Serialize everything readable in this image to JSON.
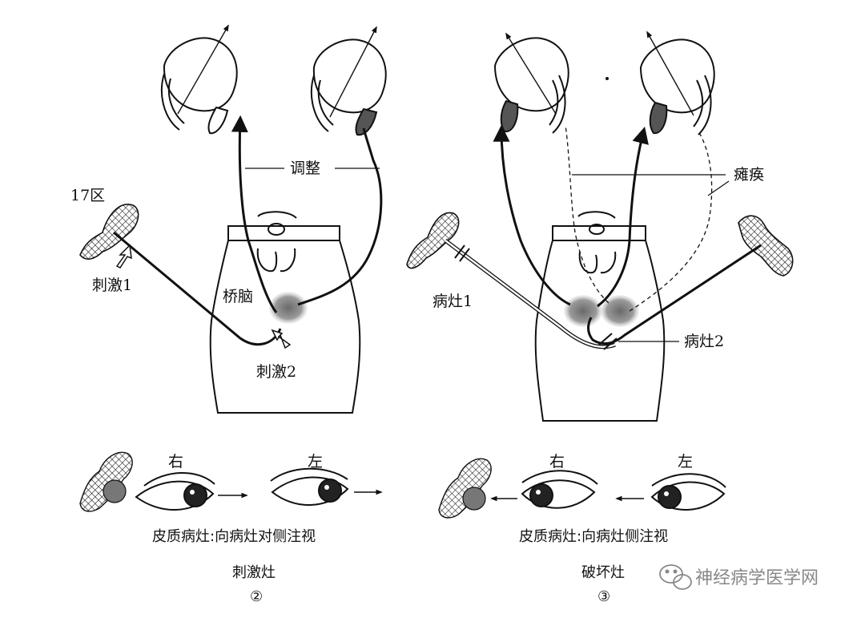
{
  "left_panel": {
    "label_area17": "17区",
    "label_adjust": "调整",
    "label_pons": "桥脑",
    "label_stim1": "刺激1",
    "label_stim2": "刺激2",
    "label_right": "右",
    "label_left": "左",
    "caption": "皮质病灶:向病灶对侧注视",
    "title": "刺激灶",
    "number": "②"
  },
  "right_panel": {
    "label_paralysis": "瘫痪",
    "label_lesion1": "病灶1",
    "label_lesion2": "病灶2",
    "label_right": "右",
    "label_left": "左",
    "caption": "皮质病灶:向病灶侧注视",
    "title": "破坏灶",
    "number": "③"
  },
  "watermark": {
    "text": "神经病学医学网",
    "icon": "wechat-icon"
  },
  "colors": {
    "ink": "#111111",
    "lesion_fill": "#555555",
    "stipple": "#8a8a8a",
    "watermark": "#888888"
  }
}
